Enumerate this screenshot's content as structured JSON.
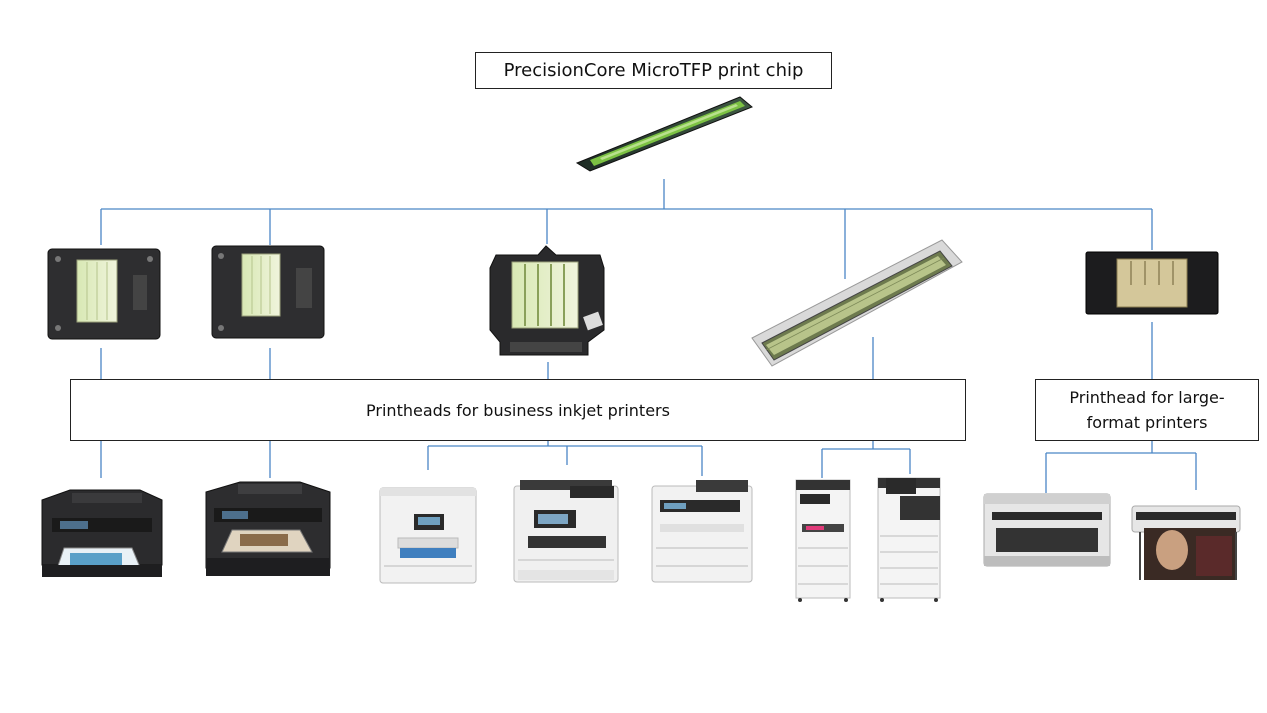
{
  "diagram": {
    "title": "PrecisionCore MicroTFP print chip",
    "business_label": "Printheads for business inkjet printers",
    "large_format_label": "Printhead for large-format printers"
  },
  "colors": {
    "connector": "#4a86c5",
    "box_border": "#222222",
    "printhead_green": "#7cc243",
    "printer_dark": "#2b2b2b",
    "printer_light": "#e8e8e8"
  },
  "icons": {
    "chip": "print-chip-icon",
    "printhead": "printhead-icon",
    "printer": "printer-icon"
  }
}
